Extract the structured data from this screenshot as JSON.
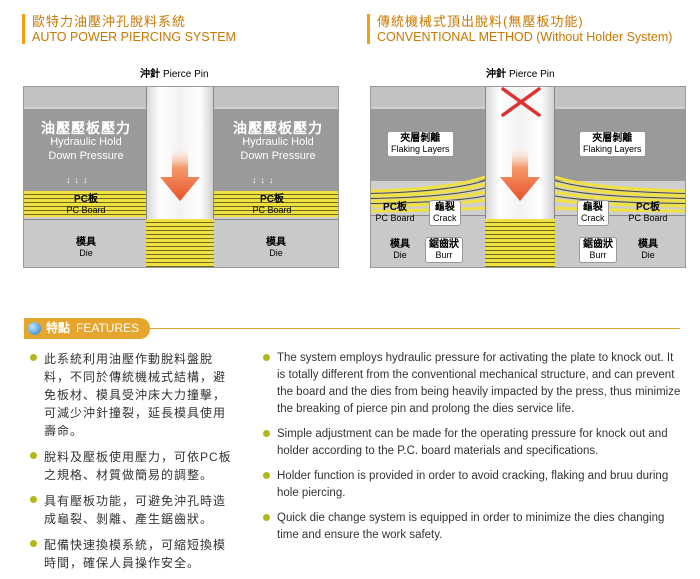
{
  "left_heading": {
    "zh": "歐特力油壓沖孔脫料系統",
    "en": "AUTO POWER PIERCING SYSTEM"
  },
  "right_heading": {
    "zh": "傳統機械式頂出脫料(無壓板功能)",
    "en": "CONVENTIONAL METHOD (Without Holder System)"
  },
  "pierce_pin": {
    "zh": "沖針",
    "en": "Pierce Pin"
  },
  "left_diagram": {
    "pressure": {
      "zh": "油壓壓板壓力",
      "en1": "Hydraulic Hold",
      "en2": "Down Pressure"
    },
    "arrows": "↓↓↓",
    "pc_board": {
      "zh": "PC板",
      "en": "PC Board"
    },
    "die": {
      "zh": "模具",
      "en": "Die"
    }
  },
  "right_diagram": {
    "flaking": {
      "zh": "夾層剝離",
      "en": "Flaking Layers"
    },
    "pc_board": {
      "zh": "PC板",
      "en": "PC Board"
    },
    "crack": {
      "zh": "龜裂",
      "en": "Crack"
    },
    "die": {
      "zh": "模具",
      "en": "Die"
    },
    "burr": {
      "zh": "鋸齒狀",
      "en": "Burr"
    }
  },
  "features": {
    "zh": "特點",
    "en": "FEATURES"
  },
  "bullets_zh": [
    "此系統利用油壓作動脫料盤脫料，不同於傳統機械式結構，避免板材、模具受沖床大力撞擊，可減少沖針撞裂，延長模具使用壽命。",
    "脫料及壓板使用壓力，可依PC板之規格、材質做簡易的調整。",
    "具有壓板功能，可避免沖孔時造成龜裂、剝離、產生鋸齒狀。",
    "配備快速換模系統，可縮短換模時間，確保人員操作安全。"
  ],
  "bullets_en": [
    "The system employs hydraulic pressure for activating the plate to knock out. It is totally different from the conventional mechanical structure, and can prevent the board and the dies from being heavily impacted by the press, thus minimize the breaking of pierce pin and prolong the dies service life.",
    "Simple adjustment can be made for the operating pressure for knock out and holder according to the P.C. board materials and specifications.",
    "Holder function is provided in order to avoid cracking, flaking and bruu during hole piercing.",
    "Quick die change system is equipped in order to minimize the dies changing time and ensure the work safety."
  ],
  "colors": {
    "accent": "#e6a52c",
    "heading": "#c87800",
    "bullet": "#b3b71a",
    "pc_board": "#f0e040",
    "arrow": "#e8502a"
  },
  "icons": [
    "down-arrow-icon",
    "cross-icon",
    "globe-dot-icon",
    "bullet-dot-icon"
  ]
}
